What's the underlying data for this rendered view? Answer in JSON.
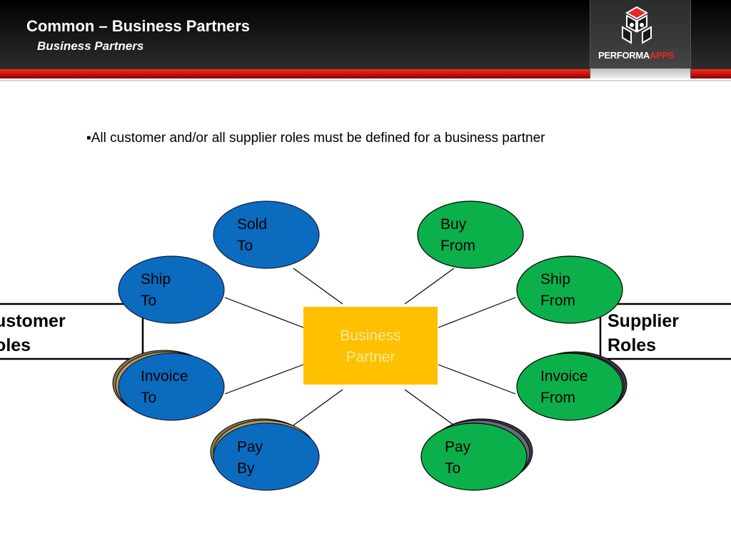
{
  "header": {
    "title": "Common – Business Partners",
    "subtitle": "Business Partners",
    "logo": {
      "text_main": "PERFORMA",
      "text_accent": "APPS"
    }
  },
  "bullet_text": "▪All customer and/or all supplier roles must be defined for a business partner",
  "diagram": {
    "center": {
      "line1": "Business",
      "line2": "Partner"
    },
    "customer_roles": {
      "line1": "Customer",
      "line2": "Roles"
    },
    "supplier_roles": {
      "line1": "Supplier",
      "line2": "Roles"
    },
    "nodes": {
      "sold_to": {
        "line1": "Sold",
        "line2": "To"
      },
      "ship_to": {
        "line1": "Ship",
        "line2": "To"
      },
      "invoice_to": {
        "line1": "Invoice",
        "line2": "To"
      },
      "pay_by": {
        "line1": "Pay",
        "line2": "By"
      },
      "buy_from": {
        "line1": "Buy",
        "line2": "From"
      },
      "ship_from": {
        "line1": "Ship",
        "line2": "From"
      },
      "invoice_from": {
        "line1": "Invoice",
        "line2": "From"
      },
      "pay_to": {
        "line1": "Pay",
        "line2": "To"
      }
    }
  },
  "colors": {
    "customer_node": "#0b6bbf",
    "supplier_node": "#0cb04a",
    "center_box": "#ffc000",
    "header_red": "#d41a10"
  }
}
